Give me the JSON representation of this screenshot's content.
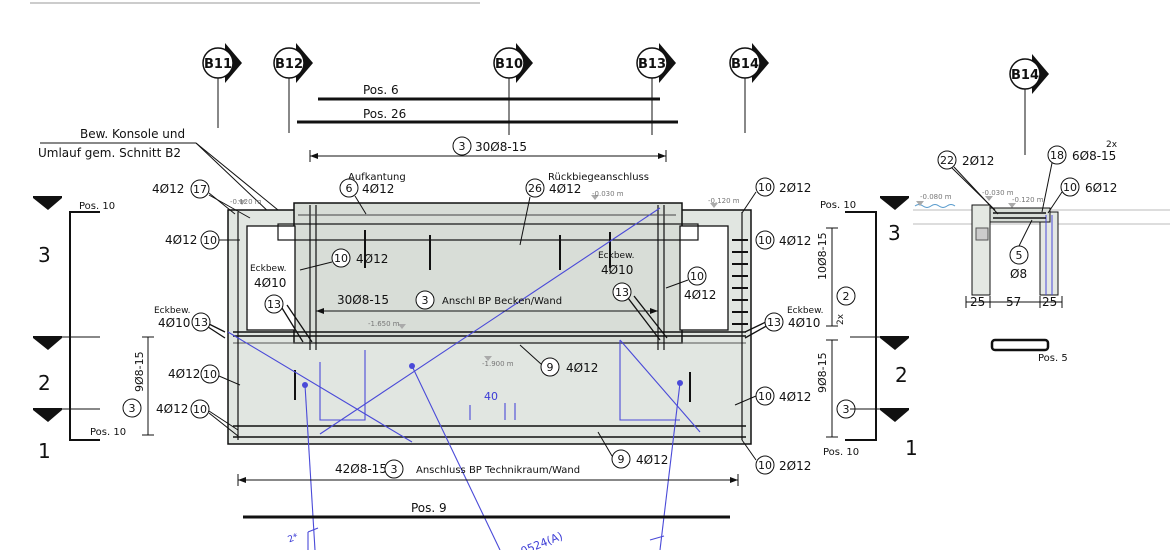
{
  "axes": [
    "B11",
    "B12",
    "B10",
    "B13",
    "B14"
  ],
  "detail_axis": "B14",
  "positions": {
    "pos6": "Pos. 6",
    "pos26": "Pos. 26",
    "pos9": "Pos. 9",
    "pos10": "Pos. 10",
    "pos5": "Pos. 5"
  },
  "notes": {
    "konsole_1": "Bew. Konsole und",
    "konsole_2": "Umlauf gem. Schnitt B2",
    "aufkantung": "Aufkantung",
    "rueckbiege": "Rückbiegeanschluss",
    "eckbew": "Eckbew.",
    "anschl_becken": "Anschl BP Becken/Wand",
    "anschl_technik": "Anschluss BP Technikraum/Wand",
    "zweix": "2x"
  },
  "rebar": {
    "r4phi12": "4Ø12",
    "r2phi12": "2Ø12",
    "r4phi10": "4Ø10",
    "r6phi12": "6Ø12",
    "r6phi8_15": "6Ø8-15",
    "phi8": "Ø8",
    "r30": "30Ø8-15",
    "r42": "42Ø8-15",
    "r10phi8": "10Ø8-15",
    "r9phi8": "9Ø8-15"
  },
  "circles": {
    "c3": "3",
    "c6": "6",
    "c26": "26",
    "c10": "10",
    "c17": "17",
    "c13": "13",
    "c9": "9",
    "c2": "2",
    "c22": "22",
    "c18": "18",
    "c5": "5"
  },
  "levels": {
    "l1": "-0.120 m",
    "l2": "-0.030 m",
    "l3": "-0.080 m",
    "l4": "-1.650 m",
    "l5": "-1.900 m"
  },
  "section_numbers": {
    "s3": "3",
    "s2": "2",
    "s1": "1"
  },
  "dims": {
    "d25": "25",
    "d57": "57",
    "d40": "40"
  },
  "fragments": {
    "ref": "0524(A)",
    "star": "2*"
  }
}
